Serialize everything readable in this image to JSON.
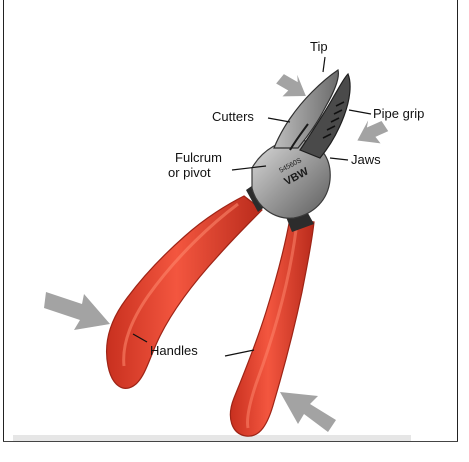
{
  "labels": {
    "tip": "Tip",
    "cutters": "Cutters",
    "pipe_grip": "Pipe grip",
    "fulcrum_line1": "Fulcrum",
    "fulcrum_line2": "or pivot",
    "jaws": "Jaws",
    "handles": "Handles"
  },
  "engraving": {
    "code": "54560S",
    "brand": "VBW"
  },
  "colors": {
    "handle": "#ef4a37",
    "handle_dark": "#b62d1f",
    "metal": "#a9a9a9",
    "metal_dark": "#2a2a2a",
    "arrow": "#a3a3a3"
  }
}
